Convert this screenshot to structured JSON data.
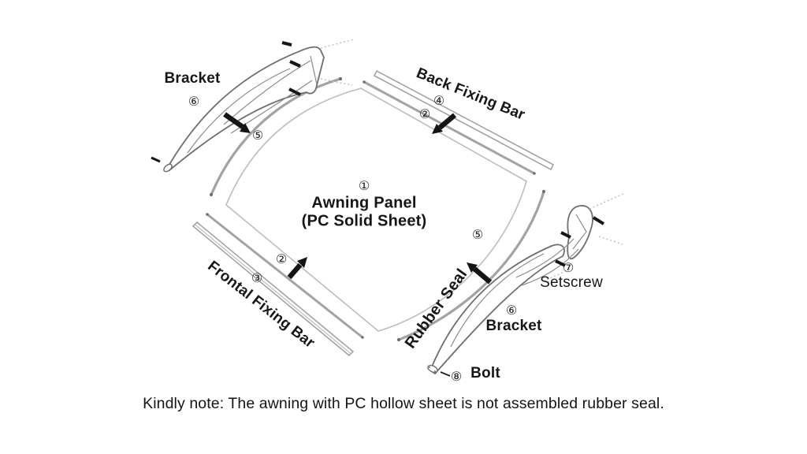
{
  "labels": {
    "bracket_top": "Bracket",
    "back_fixing_bar": "Back Fixing Bar",
    "awning_panel": "Awning Panel",
    "awning_panel_sub": "(PC Solid Sheet)",
    "frontal_fixing_bar": "Frontal Fixing Bar",
    "rubber_seal": "Rubber Seal",
    "bracket_bottom": "Bracket",
    "setscrew": "Setscrew",
    "bolt": "Bolt"
  },
  "callouts": {
    "c1": "①",
    "c2_top": "②",
    "c2_bottom": "②",
    "c3": "③",
    "c4": "④",
    "c5_left": "⑤",
    "c5_right": "⑤",
    "c6_top": "⑥",
    "c6_bottom": "⑥",
    "c7": "⑦",
    "c8": "⑧"
  },
  "note": "Kindly note: The awning with PC hollow sheet is not assembled rubber seal.",
  "colors": {
    "background": "#ffffff",
    "text": "#161616",
    "arrow": "#141414",
    "bracket_line": "#6e6e6e",
    "bar_line": "#9e9e9e",
    "seal_line": "#a3a3a3",
    "panel_edge": "#bdbdbd"
  }
}
